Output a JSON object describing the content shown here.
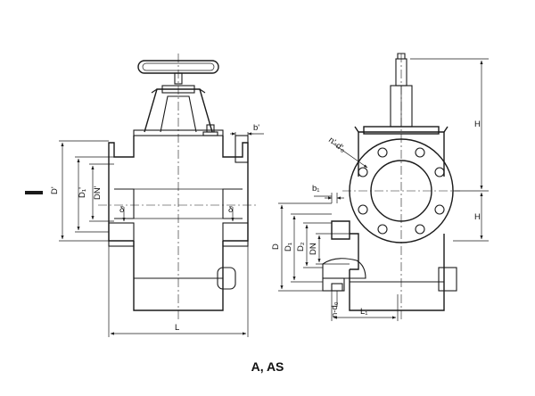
{
  "caption": "A, AS",
  "marker": "I",
  "front_view": {
    "labels": {
      "b_prime": "b'",
      "D_prime": "D'",
      "D1_prime": "D₁'",
      "DN_prime": "DN'",
      "delta_left": "δ",
      "delta_right": "δ",
      "L": "L"
    }
  },
  "side_view": {
    "labels": {
      "H_top": "H",
      "H_bottom": "H",
      "n_d_prime": "n'-d'₀",
      "b1": "b₁",
      "D": "D",
      "D1": "D₁",
      "D2": "D₂",
      "DN": "DN",
      "n_d0": "n-d₀",
      "L1": "L₁"
    }
  }
}
